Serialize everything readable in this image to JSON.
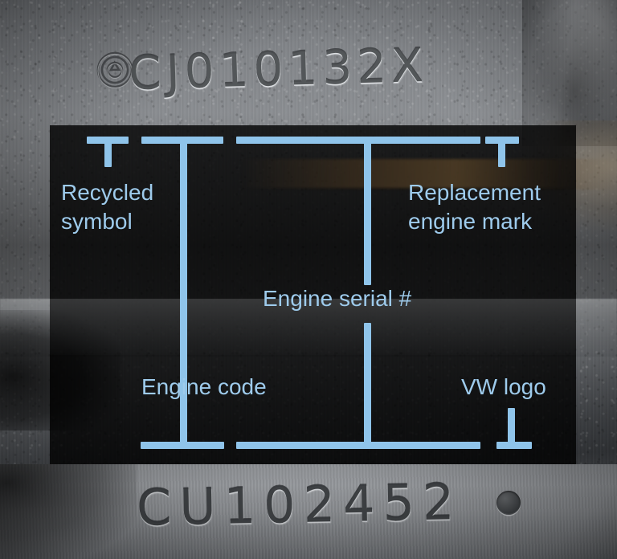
{
  "image": {
    "subject": "Volkswagen engine block stamping identification diagram",
    "engraving_top": "CJ010132X",
    "engraving_bottom": "CU102452",
    "recycle_icon": "recycled-symbol-icon",
    "vw_roundel_icon": "vw-logo-dot-icon"
  },
  "overlay": {
    "accent_color": "#8fc4ea",
    "label_color": "#9ecbec",
    "background_color": "rgba(0,0,0,0.80)",
    "annotations": [
      {
        "id": "recycled-symbol",
        "label": "Recycled\nsymbol",
        "side": "top",
        "points_to": "recycled symbol stamp"
      },
      {
        "id": "engine-code",
        "label": "Engine code",
        "side": "bottom",
        "points_to": "CU"
      },
      {
        "id": "engine-serial-number",
        "label": "Engine serial #",
        "side": "both",
        "points_to": "102452"
      },
      {
        "id": "replacement-engine-mark",
        "label": "Replacement\nengine mark",
        "side": "top",
        "points_to": "X"
      },
      {
        "id": "vw-logo",
        "label": "VW logo",
        "side": "bottom",
        "points_to": "VW roundel dot"
      }
    ]
  }
}
